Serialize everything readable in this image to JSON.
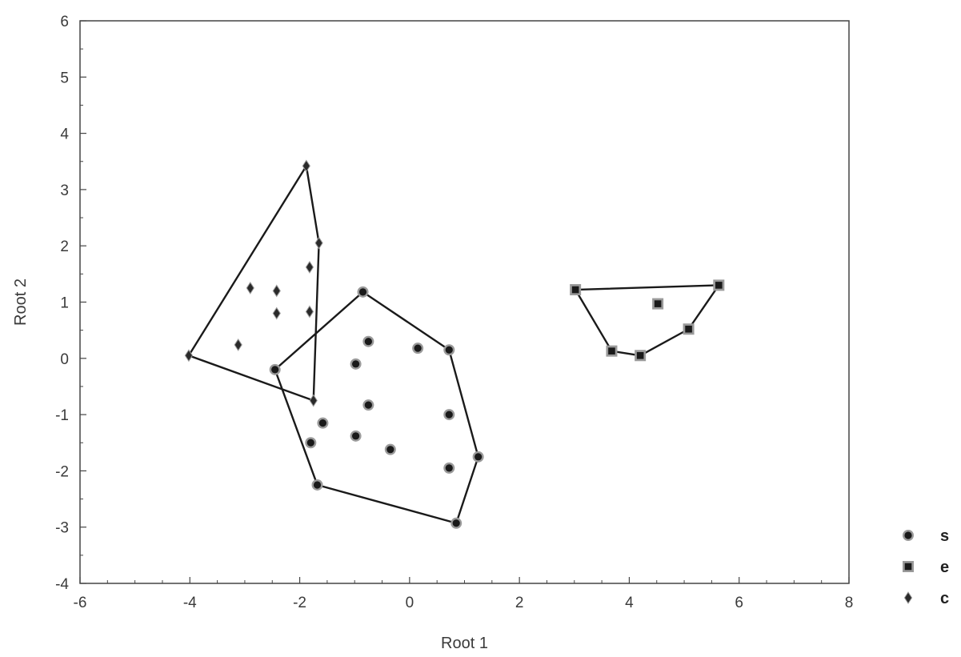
{
  "chart_data": {
    "type": "scatter",
    "title": "",
    "xlabel": "Root 1",
    "ylabel": "Root 2",
    "xlim": [
      -6,
      8
    ],
    "ylim": [
      -4,
      6
    ],
    "xticks": [
      -6,
      -4,
      -2,
      0,
      2,
      4,
      6,
      8
    ],
    "yticks": [
      -4,
      -3,
      -2,
      -1,
      0,
      1,
      2,
      3,
      4,
      5,
      6
    ],
    "grid": false,
    "legend_position": "bottom-right, outside plot",
    "hull_outlines": true,
    "series": [
      {
        "name": "s",
        "marker": "circle",
        "points": [
          [
            -0.85,
            1.18
          ],
          [
            -2.45,
            -0.2
          ],
          [
            -0.75,
            0.3
          ],
          [
            -0.98,
            -0.1
          ],
          [
            0.15,
            0.18
          ],
          [
            0.72,
            0.15
          ],
          [
            -0.75,
            -0.83
          ],
          [
            0.72,
            -1.0
          ],
          [
            -1.58,
            -1.15
          ],
          [
            -0.98,
            -1.38
          ],
          [
            -1.8,
            -1.5
          ],
          [
            -0.35,
            -1.62
          ],
          [
            0.72,
            -1.95
          ],
          [
            1.25,
            -1.75
          ],
          [
            -1.68,
            -2.25
          ],
          [
            0.85,
            -2.93
          ]
        ],
        "hull": [
          [
            -0.85,
            1.18
          ],
          [
            0.72,
            0.15
          ],
          [
            1.25,
            -1.75
          ],
          [
            0.85,
            -2.93
          ],
          [
            -1.68,
            -2.25
          ],
          [
            -2.45,
            -0.2
          ]
        ]
      },
      {
        "name": "e",
        "marker": "square",
        "points": [
          [
            3.02,
            1.22
          ],
          [
            5.63,
            1.3
          ],
          [
            4.52,
            0.97
          ],
          [
            5.08,
            0.52
          ],
          [
            3.68,
            0.13
          ],
          [
            4.2,
            0.05
          ]
        ],
        "hull": [
          [
            3.02,
            1.22
          ],
          [
            5.63,
            1.3
          ],
          [
            5.08,
            0.52
          ],
          [
            4.2,
            0.05
          ],
          [
            3.68,
            0.13
          ]
        ]
      },
      {
        "name": "c",
        "marker": "diamond",
        "points": [
          [
            -1.88,
            3.42
          ],
          [
            -1.65,
            2.05
          ],
          [
            -1.82,
            1.62
          ],
          [
            -2.9,
            1.25
          ],
          [
            -2.42,
            1.2
          ],
          [
            -2.42,
            0.8
          ],
          [
            -1.82,
            0.83
          ],
          [
            -3.12,
            0.24
          ],
          [
            -4.02,
            0.05
          ],
          [
            -1.75,
            -0.75
          ]
        ],
        "hull": [
          [
            -1.88,
            3.42
          ],
          [
            -1.65,
            2.05
          ],
          [
            -1.75,
            -0.75
          ],
          [
            -4.02,
            0.05
          ]
        ]
      }
    ]
  }
}
